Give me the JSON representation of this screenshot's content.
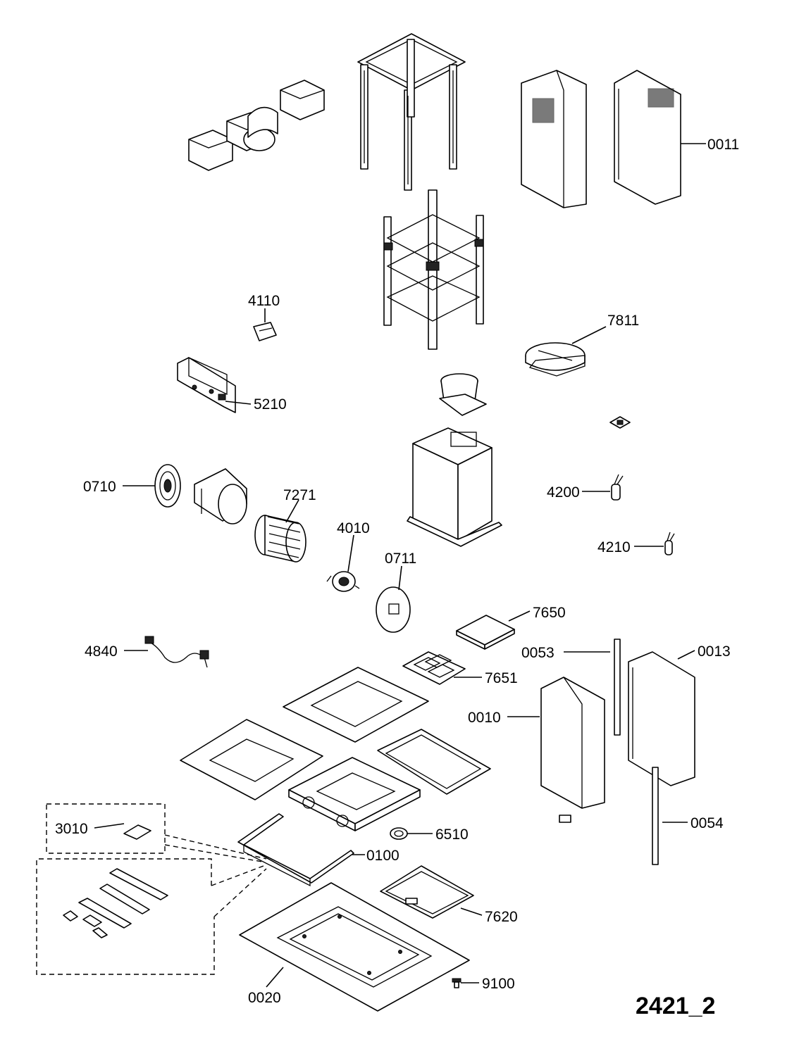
{
  "drawing_code": "2421_2",
  "callouts": [
    {
      "id": "c0011",
      "label": "0011"
    },
    {
      "id": "c4110",
      "label": "4110"
    },
    {
      "id": "c7811",
      "label": "7811"
    },
    {
      "id": "c5210",
      "label": "5210"
    },
    {
      "id": "c0710",
      "label": "0710"
    },
    {
      "id": "c7271",
      "label": "7271"
    },
    {
      "id": "c4200",
      "label": "4200"
    },
    {
      "id": "c4010",
      "label": "4010"
    },
    {
      "id": "c0711",
      "label": "0711"
    },
    {
      "id": "c4210",
      "label": "4210"
    },
    {
      "id": "c7650",
      "label": "7650"
    },
    {
      "id": "c4840",
      "label": "4840"
    },
    {
      "id": "c0053",
      "label": "0053"
    },
    {
      "id": "c0013",
      "label": "0013"
    },
    {
      "id": "c7651",
      "label": "7651"
    },
    {
      "id": "c0010",
      "label": "0010"
    },
    {
      "id": "c3010",
      "label": "3010"
    },
    {
      "id": "c6510",
      "label": "6510"
    },
    {
      "id": "c0054",
      "label": "0054"
    },
    {
      "id": "c0100",
      "label": "0100"
    },
    {
      "id": "c7620",
      "label": "7620"
    },
    {
      "id": "c9100",
      "label": "9100"
    },
    {
      "id": "c0020",
      "label": "0020"
    }
  ]
}
